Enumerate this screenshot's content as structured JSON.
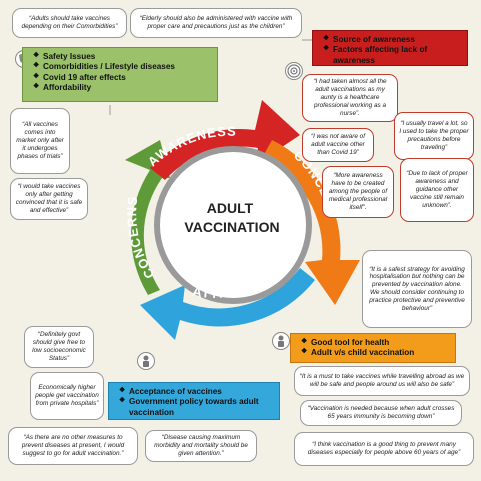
{
  "center": {
    "line1": "ADULT",
    "line2": "VACCINATION"
  },
  "arcs": {
    "awareness": "AWARENESS",
    "concept": "CONCEPT",
    "attitude": "ATTITUDE",
    "concerns": "CONCERNS"
  },
  "green_box": {
    "items": [
      "Safety Issues",
      "Comorbidities / Lifestyle diseases",
      "Covid 19 after effects",
      "Affordability"
    ]
  },
  "red_box": {
    "items": [
      "Source of awareness",
      "Factors affecting lack of awareness"
    ]
  },
  "orange_box": {
    "items": [
      "Good tool for health",
      "Adult v/s child vaccination"
    ]
  },
  "blue_box": {
    "items": [
      "Acceptance of vaccines",
      "Government policy towards adult vaccination"
    ]
  },
  "quotes": {
    "q_top_left": "“Adults should take vaccines depending on their Comorbidities”",
    "q_top_mid": "“Elderly should also be administered with vaccine with proper care and precautions just as the children”",
    "q_left1": "“All vaccines comes into market only after it undergoes phases of trials”",
    "q_left2": "“I would take vaccines only after getting convinced that it is safe and effective”",
    "q_right1": "“I had taken almost all the adult vaccinations as my aunty is a healthcare professional working as a nurse”.",
    "q_right2": "“I usually travel a lot, so I used to take the proper precautions before traveling”",
    "q_right3": "“I was not aware of adult vaccine other than Covid 19”",
    "q_right4": "“More awareness have to be created among the people of medical professional itself”.",
    "q_right5": "“Due to lack of proper awareness and guidance other vaccine still remain unknown”.",
    "q_right6": "“It is a safest strategy for avoiding hospitalisation but nothing can be prevented by vaccination alone. We should consider continuing to practice protective and preventive behaviour”",
    "q_left3": "“Definitely govt should give free to low socioeconomic Status”",
    "q_left4": "Economically higher people get vaccination from private hospitals”",
    "q_bot1": "“As there are no other measures to prevent diseases at present, I would suggest to go for adult vaccination.”",
    "q_bot2": "“Disease causing maximum morbidity and mortality should be given attention.”",
    "q_bot_r1": "“It is a must to take vaccines while travelling abroad as we will be safe and people around us will also be safe”",
    "q_bot_r2": "“Vaccination is needed because when adult crosses 65 years immunity is becoming down”",
    "q_bot_r3": "“I think vaccination is a good thing to prevent many diseases especially for people above 60 years of age”"
  },
  "colors": {
    "green": "#5e9b38",
    "red": "#d42424",
    "orange": "#f07a16",
    "blue": "#2fa3dc"
  }
}
